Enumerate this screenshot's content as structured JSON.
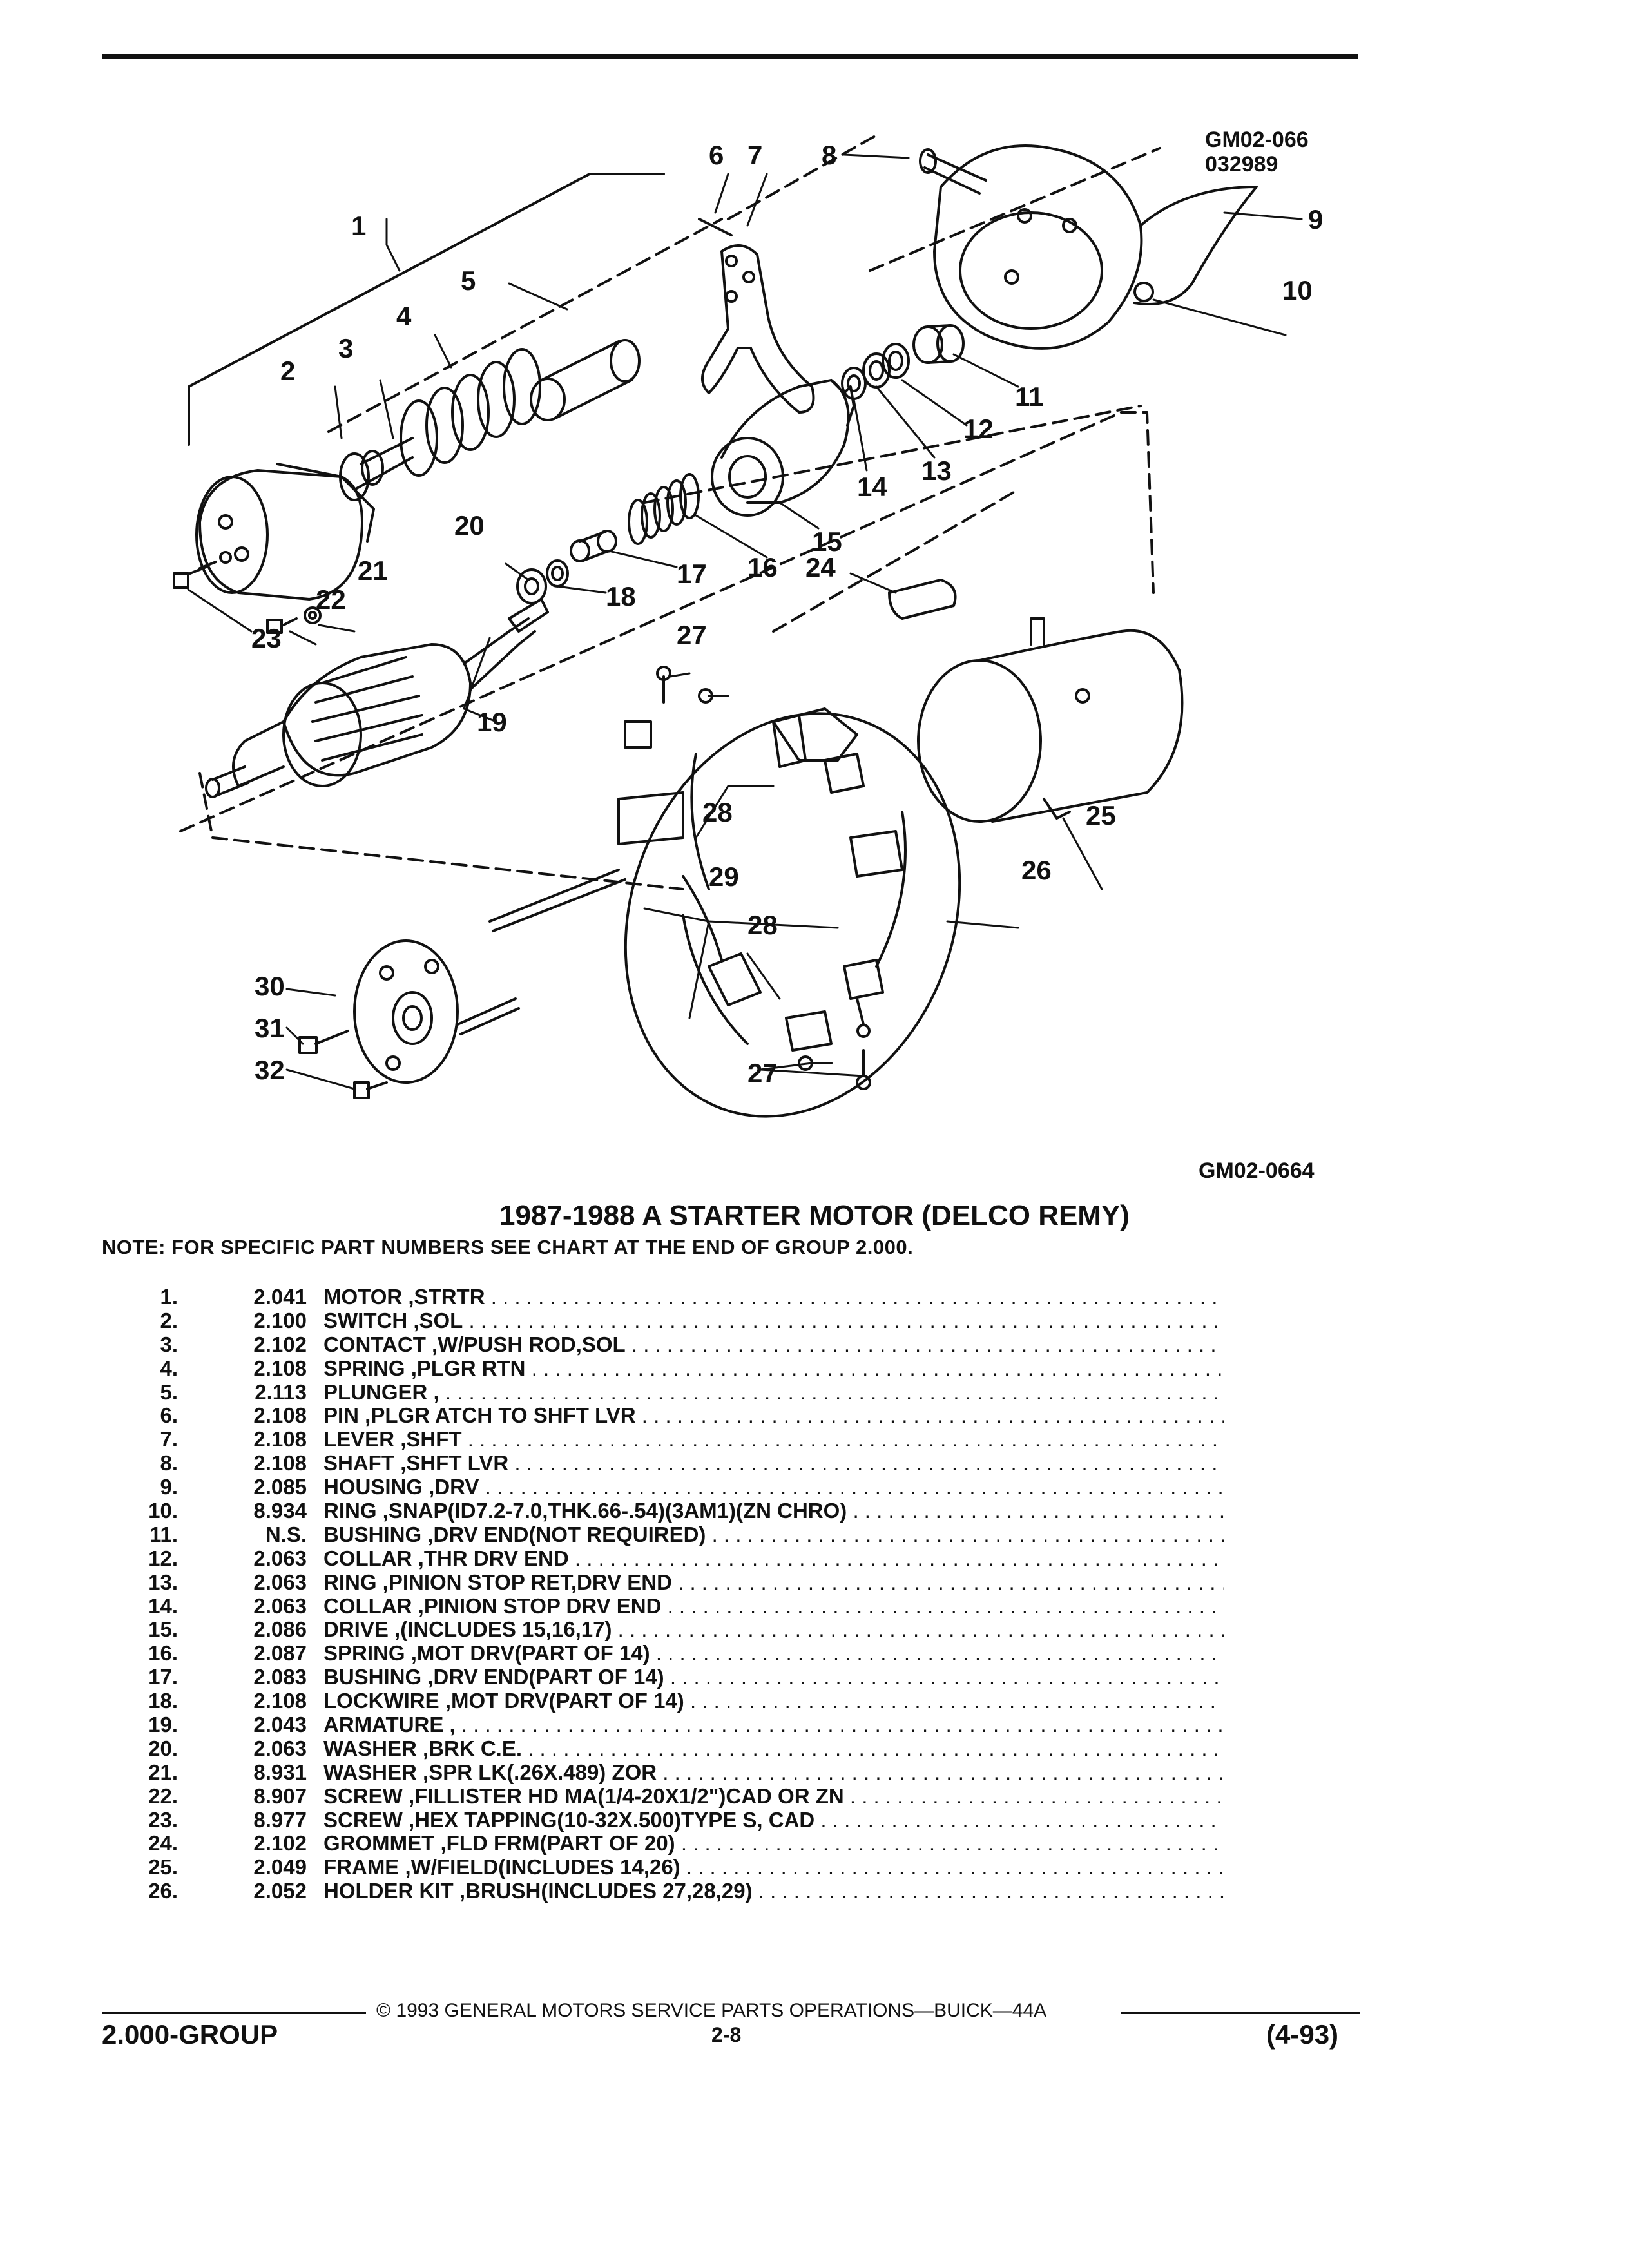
{
  "header": {
    "codes": [
      "GM02-066",
      "032989"
    ]
  },
  "diagram": {
    "caption_code": "GM02-0664",
    "callouts": [
      "1",
      "2",
      "3",
      "4",
      "5",
      "6",
      "7",
      "8",
      "9",
      "10",
      "11",
      "12",
      "13",
      "14",
      "15",
      "16",
      "17",
      "18",
      "19",
      "20",
      "21",
      "22",
      "23",
      "24",
      "25",
      "26",
      "27",
      "28",
      "29",
      "30",
      "31",
      "32"
    ]
  },
  "title": "1987-1988 A STARTER MOTOR (DELCO REMY)",
  "note": "NOTE: FOR SPECIFIC PART NUMBERS SEE CHART AT THE END OF GROUP 2.000.",
  "parts": [
    {
      "num": "1.",
      "group": "2.041",
      "desc": "MOTOR ,STRTR"
    },
    {
      "num": "2.",
      "group": "2.100",
      "desc": "SWITCH ,SOL"
    },
    {
      "num": "3.",
      "group": "2.102",
      "desc": "CONTACT ,W/PUSH ROD,SOL"
    },
    {
      "num": "4.",
      "group": "2.108",
      "desc": "SPRING ,PLGR RTN"
    },
    {
      "num": "5.",
      "group": "2.113",
      "desc": "PLUNGER ,"
    },
    {
      "num": "6.",
      "group": "2.108",
      "desc": "PIN ,PLGR ATCH TO SHFT LVR"
    },
    {
      "num": "7.",
      "group": "2.108",
      "desc": "LEVER ,SHFT"
    },
    {
      "num": "8.",
      "group": "2.108",
      "desc": "SHAFT ,SHFT LVR"
    },
    {
      "num": "9.",
      "group": "2.085",
      "desc": "HOUSING ,DRV"
    },
    {
      "num": "10.",
      "group": "8.934",
      "desc": "RING ,SNAP(ID7.2-7.0,THK.66-.54)(3AM1)(ZN CHRO)"
    },
    {
      "num": "11.",
      "group": "N.S.",
      "desc": "BUSHING ,DRV END(NOT REQUIRED)"
    },
    {
      "num": "12.",
      "group": "2.063",
      "desc": "COLLAR ,THR DRV END"
    },
    {
      "num": "13.",
      "group": "2.063",
      "desc": "RING ,PINION STOP RET,DRV END"
    },
    {
      "num": "14.",
      "group": "2.063",
      "desc": "COLLAR ,PINION STOP DRV END"
    },
    {
      "num": "15.",
      "group": "2.086",
      "desc": "DRIVE ,(INCLUDES 15,16,17)"
    },
    {
      "num": "16.",
      "group": "2.087",
      "desc": "SPRING ,MOT DRV(PART OF 14)"
    },
    {
      "num": "17.",
      "group": "2.083",
      "desc": "BUSHING ,DRV END(PART OF 14)"
    },
    {
      "num": "18.",
      "group": "2.108",
      "desc": "LOCKWIRE ,MOT DRV(PART OF 14)"
    },
    {
      "num": "19.",
      "group": "2.043",
      "desc": "ARMATURE ,"
    },
    {
      "num": "20.",
      "group": "2.063",
      "desc": "WASHER ,BRK C.E."
    },
    {
      "num": "21.",
      "group": "8.931",
      "desc": "WASHER ,SPR LK(.26X.489) ZOR"
    },
    {
      "num": "22.",
      "group": "8.907",
      "desc": "SCREW ,FILLISTER HD MA(1/4-20X1/2\")CAD OR ZN"
    },
    {
      "num": "23.",
      "group": "8.977",
      "desc": "SCREW ,HEX TAPPING(10-32X.500)TYPE S, CAD"
    },
    {
      "num": "24.",
      "group": "2.102",
      "desc": "GROMMET ,FLD FRM(PART OF 20)"
    },
    {
      "num": "25.",
      "group": "2.049",
      "desc": "FRAME ,W/FIELD(INCLUDES 14,26)"
    },
    {
      "num": "26.",
      "group": "2.052",
      "desc": "HOLDER KIT ,BRUSH(INCLUDES 27,28,29)"
    }
  ],
  "footer": {
    "copyright": "© 1993 GENERAL MOTORS SERVICE PARTS OPERATIONS—BUICK—44A",
    "group": "2.000-GROUP",
    "page": "2-8",
    "date": "(4-93)"
  }
}
